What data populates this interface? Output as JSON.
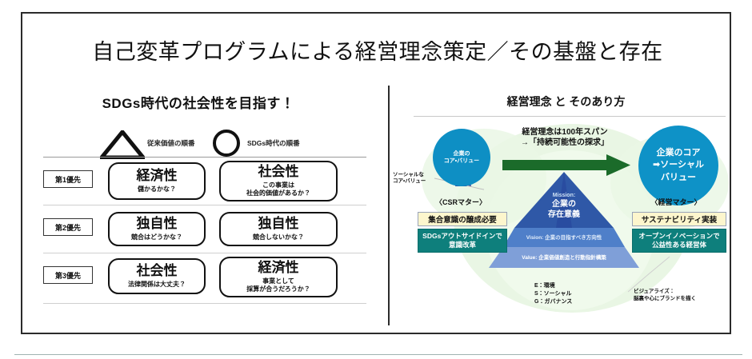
{
  "slide": {
    "title": "自己変革プログラムによる経営理念策定／その基盤と存在"
  },
  "left_panel": {
    "heading": "SDGs時代の社会性を目指す！",
    "markers": [
      {
        "icon": "triangle-marker",
        "label": "従来価値の順番"
      },
      {
        "icon": "circle-marker",
        "label": "SDGs時代の順番"
      }
    ],
    "rows": [
      {
        "priority": "第1優先",
        "legacy": {
          "main": "経済性",
          "sub": "儲かるかな？"
        },
        "sdgs": {
          "main": "社会性",
          "sub_line1": "この事業は",
          "sub_line2": "社会的価値があるか？"
        }
      },
      {
        "priority": "第2優先",
        "legacy": {
          "main": "独自性",
          "sub": "競合はどうかな？"
        },
        "sdgs": {
          "main": "独自性",
          "sub_line1": "競合しないかな？",
          "sub_line2": ""
        }
      },
      {
        "priority": "第3優先",
        "legacy": {
          "main": "社会性",
          "sub": "法律関係は大丈夫？"
        },
        "sdgs": {
          "main": "経済性",
          "sub_line1": "事業として",
          "sub_line2": "採算が合うだろうか？"
        }
      }
    ]
  },
  "right_panel": {
    "heading": "経営理念 と そのあり方",
    "circle_small": {
      "line1": "企業の",
      "line2": "コア・バリュー"
    },
    "circle_large": {
      "line1": "企業のコア",
      "line2": "➡ソーシャル",
      "line3": "バリュー"
    },
    "arrow_caption": {
      "line1": "経営理念は100年スパン",
      "line2": "→「持続可能性の探求」"
    },
    "label_social_core": {
      "line1": "ソーシャルな",
      "line2": "コア・バリュー"
    },
    "csr": {
      "header": "〈CSRマター〉",
      "tag_yellow": "集合意識の醸成必要",
      "tag_teal_line1": "SDGsアウトサイドインで",
      "tag_teal_line2": "意識改革"
    },
    "management": {
      "header": "〈経営マター〉",
      "tag_yellow": "サステナビリティ実装",
      "tag_teal_line1": "オープンイノベーションで",
      "tag_teal_line2": "公益性ある経営体"
    },
    "pyramid": {
      "mission_label": "Mission:",
      "mission_line1": "企業の",
      "mission_line2": "存在意義",
      "vision": "Vision: 企業の目指すべき方向性",
      "value": "Value: 企業価値創造と行動指針構築"
    },
    "esg": {
      "e": "E：環境",
      "s": "S：ソーシャル",
      "g": "G：ガバナンス"
    },
    "visualize": {
      "line1": "ビジュアライズ：",
      "line2": "脳裏や心にブランドを描く"
    }
  },
  "colors": {
    "blue_circle": "#0e92c7",
    "pyramid_dark": "#2f58a7",
    "pyramid_mid": "#4f7fc9",
    "pyramid_light": "#7f9fd8",
    "green_arrow": "#1b6b2a",
    "teal_tag": "#0e7f7c",
    "yellow_tag": "#fdf6cd",
    "halo_green": "#e7f5e3"
  }
}
